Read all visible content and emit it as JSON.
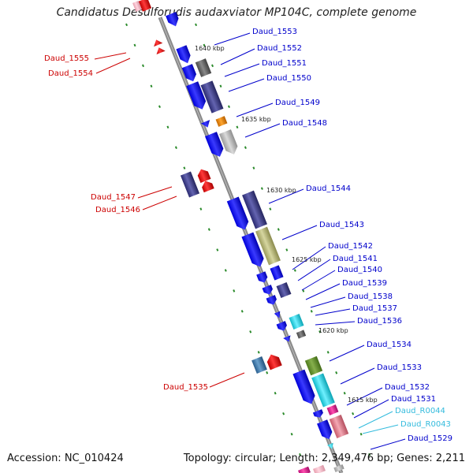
{
  "title": "Candidatus Desulforudis audaxviator MP104C, complete genome",
  "footer": {
    "accession": "Accession: NC_010424",
    "topology": "Topology: circular; Length: 2,349,476 bp; Genes: 2,211"
  },
  "scale": [
    "1640 kbp",
    "1635 kbp",
    "1630 kbp",
    "1625 kbp",
    "1620 kbp",
    "1615 kbp"
  ],
  "forward_genes": [
    "Daud_1553",
    "Daud_1552",
    "Daud_1551",
    "Daud_1550",
    "Daud_1549",
    "Daud_1548",
    "Daud_1544",
    "Daud_1543",
    "Daud_1542",
    "Daud_1541",
    "Daud_1540",
    "Daud_1539",
    "Daud_1538",
    "Daud_1537",
    "Daud_1536",
    "Daud_1534",
    "Daud_1533",
    "Daud_1532",
    "Daud_1531",
    "Daud_1529"
  ],
  "rna_genes": [
    "Daud_R0044",
    "Daud_R0043"
  ],
  "reverse_genes": [
    "Daud_1555",
    "Daud_1554",
    "Daud_1547",
    "Daud_1546",
    "Daud_1535"
  ],
  "colors": {
    "forward_label": "#0000cc",
    "reverse_label": "#cc0000",
    "rna_label": "#33bbdd",
    "backbone": "#8a8a8a",
    "tick": "#2a8a2a"
  }
}
